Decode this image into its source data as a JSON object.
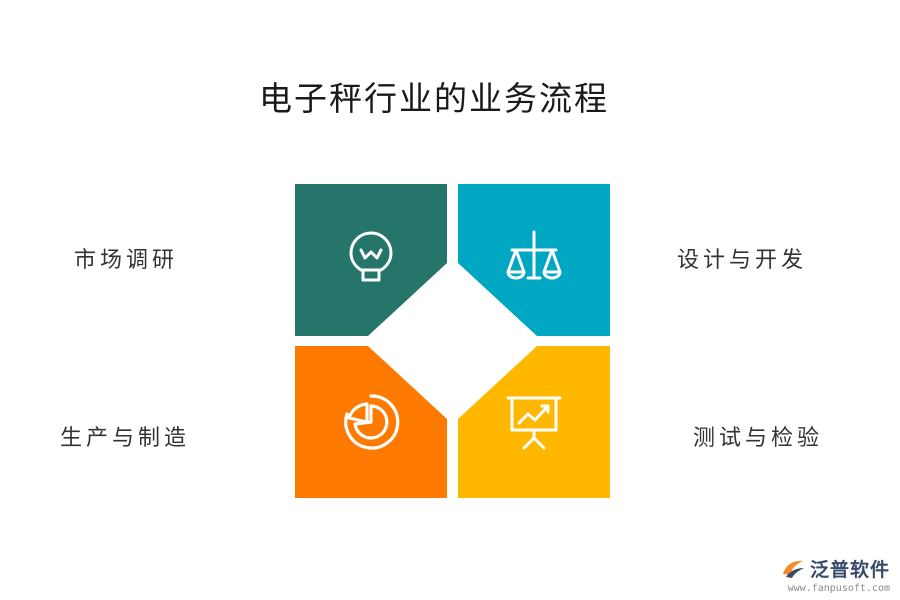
{
  "title": "电子秤行业的业务流程",
  "steps": [
    {
      "label": "市场调研",
      "icon": "lightbulb-icon",
      "color": "#25756B"
    },
    {
      "label": "设计与开发",
      "icon": "balance-scale-icon",
      "color": "#00A7C2"
    },
    {
      "label": "生产与制造",
      "icon": "pie-chart-icon",
      "color": "#FF7A00"
    },
    {
      "label": "测试与检验",
      "icon": "presentation-chart-icon",
      "color": "#FFB700"
    }
  ],
  "logo": {
    "name": "泛普软件",
    "url": "www.fanpusoft.com",
    "color": "#3a4a6b"
  }
}
